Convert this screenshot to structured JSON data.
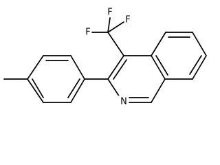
{
  "molecule": {
    "atoms": {
      "f1": "F",
      "f2": "F",
      "f3": "F",
      "n": "N"
    }
  },
  "colors": {
    "bond": "#000000",
    "text": "#000000",
    "background": "#ffffff"
  }
}
